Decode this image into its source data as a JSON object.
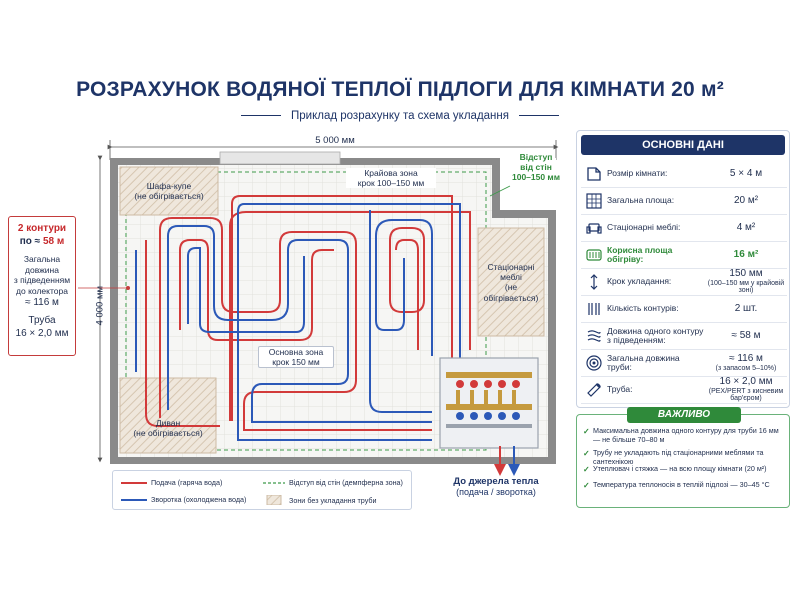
{
  "title": "РОЗРАХУНОК ВОДЯНОЇ ТЕПЛОЇ ПІДЛОГИ ДЛЯ КІМНАТИ 20 м²",
  "subtitle": "Приклад розрахунку та схема укладання",
  "dims": {
    "width": "5 000 мм",
    "height": "4 000 мм"
  },
  "zones": {
    "wardrobe": [
      "Шафа-купе",
      "(не обігрівається)"
    ],
    "sofa": [
      "Диван",
      "(не обігрівається)"
    ],
    "furniture": [
      "Стаціонарні",
      "меблі",
      "(не обігрівається)"
    ],
    "edge": [
      "Крайова зона",
      "крок 100–150 мм"
    ],
    "main": [
      "Основна зона",
      "крок 150 мм"
    ],
    "offset": [
      "Відступ",
      "від стін",
      "100–150 мм"
    ]
  },
  "left_box": {
    "contours": "2 контури",
    "per_prefix": "по ≈ ",
    "per_value": "58 м",
    "total_label": [
      "Загальна довжина",
      "з підведенням",
      "до колектора"
    ],
    "total_value": "≈ 116 м",
    "pipe_label": "Труба",
    "pipe_value": "16 × 2,0 мм"
  },
  "panel": {
    "heading": "ОСНОВНІ ДАНІ",
    "rows": [
      {
        "icon": "room-size-icon",
        "key": "Розмір кімнати:",
        "value": "5 × 4 м",
        "note": ""
      },
      {
        "icon": "grid-area-icon",
        "key": "Загальна площа:",
        "value": "20 м²",
        "note": ""
      },
      {
        "icon": "armchair-icon",
        "key": "Стаціонарні меблі:",
        "value": "4 м²",
        "note": ""
      },
      {
        "icon": "heating-coil-icon",
        "key": "Корисна площа обігріву:",
        "value": "16 м²",
        "note": ""
      },
      {
        "icon": "pitch-arrows-icon",
        "key": "Крок укладання:",
        "value": "150 мм",
        "note": "(100–150 мм у крайовій зоні)"
      },
      {
        "icon": "contours-icon",
        "key": "Кількість контурів:",
        "value": "2 шт.",
        "note": ""
      },
      {
        "icon": "pipe-coil-icon",
        "key": "Довжина одного контуру з підведенням:",
        "value": "≈ 58 м",
        "note": ""
      },
      {
        "icon": "pipe-roll-icon",
        "key": "Загальна довжина труби:",
        "value": "≈ 116 м",
        "note": "(з запасом 5–10%)"
      },
      {
        "icon": "pipe-icon",
        "key": "Труба:",
        "value": "16 × 2,0 мм",
        "note": "(PEX/PERT з кисневим бар'єром)"
      }
    ]
  },
  "important": {
    "heading": "ВАЖЛИВО",
    "items": [
      "Максимальна довжина одного контуру для труби 16 мм — не більше 70–80 м",
      "Трубу не укладають під стаціонарними меблями та сантехнікою",
      "Утеплювач і стяжка — на всю площу кімнати (20 м²)",
      "Температура теплоносія в теплій підлозі — 30–45 °С"
    ]
  },
  "legend": {
    "supply": "Подача (гаряча вода)",
    "return": "Зворотка (охолоджена вода)",
    "offset": "Відступ від стін (демпферна зона)",
    "nopipe": "Зони без укладання труби"
  },
  "source": [
    "До джерела тепла",
    "(подача / зворотка)"
  ],
  "colors": {
    "supply": "#d23a3a",
    "return": "#2c59b8",
    "navy": "#1e3467",
    "green": "#2f8a3a",
    "hatch": "#e9dfd2"
  }
}
